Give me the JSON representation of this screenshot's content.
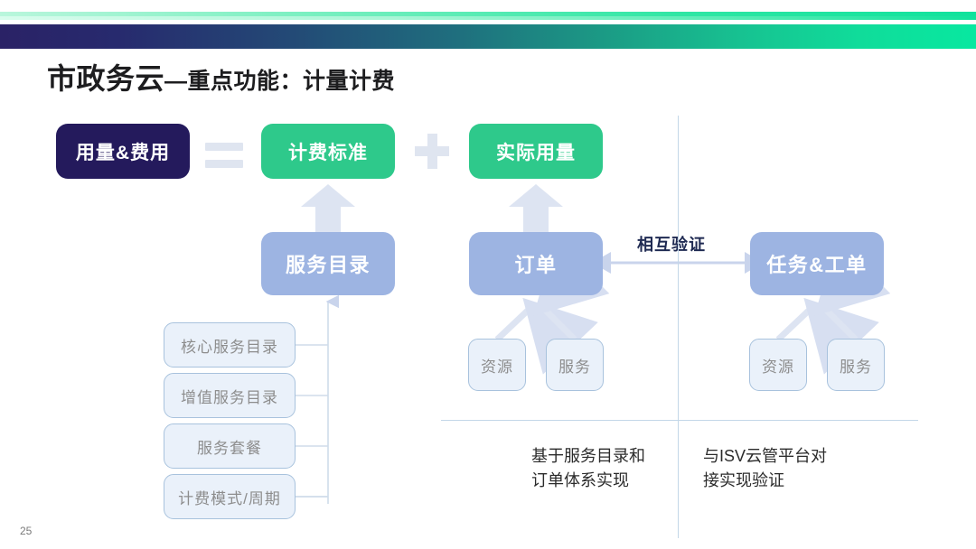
{
  "slide": {
    "page_number": "25",
    "title_main": "市政务云",
    "title_rest": "—重点功能：计量计费"
  },
  "colors": {
    "accent_green": "#2ec98b",
    "dark_navy": "#241a5c",
    "periwinkle": "#9db4e2",
    "light_box": "#eaf1fa",
    "box_border": "#a8c2dd",
    "operator_gray": "#dfe5f0",
    "divider": "#c3d7e8",
    "arrow_fill": "#dde4f2"
  },
  "formula": {
    "result": "用量&费用",
    "equals": "=",
    "term1": "计费标准",
    "plus": "+",
    "term2": "实际用量"
  },
  "nodes": {
    "service_catalog": "服务目录",
    "order": "订单",
    "task_ticket": "任务&工单"
  },
  "catalog_items": [
    "核心服务目录",
    "增值服务目录",
    "服务套餐",
    "计费模式/周期"
  ],
  "order_leaves": [
    "资源",
    "服务"
  ],
  "task_leaves": [
    "资源",
    "服务"
  ],
  "labels": {
    "mutual_verify": "相互验证"
  },
  "captions": {
    "left": "基于服务目录和\n订单体系实现",
    "right": "与ISV云管平台对\n接实现验证"
  }
}
